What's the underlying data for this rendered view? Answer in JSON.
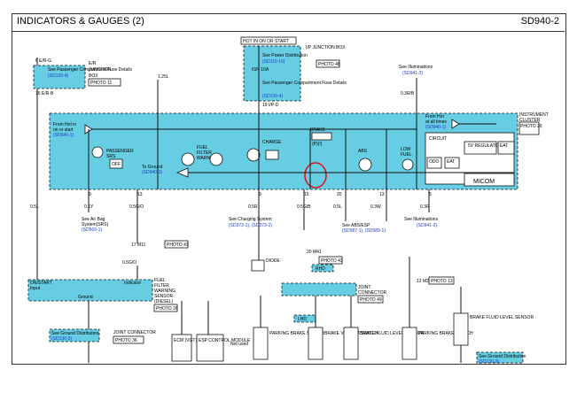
{
  "header": {
    "title": "INDICATORS & GAUGES (2)",
    "code": "SD940-2"
  },
  "jb_left": {
    "top_pin": "6 E/R-G",
    "name": "E/R",
    "name2": "JUNCTION",
    "name3": "BOX",
    "photo": "PHOTO 11",
    "see": "See Passenger Compartment Fuse Details",
    "ref": "(SD120-4)",
    "bottom_pin": "16 E/R-B"
  },
  "hot_box": {
    "label": "HOT IN ON OR START",
    "name": "I/P JUNCTION BOX",
    "photo": "PHOTO 48",
    "see": "See Power Distribution",
    "ref": "(SD110-10)",
    "fuse": "IGN 10A",
    "see2": "See Passenger Compartment Fuse Details",
    "ref2": "(SD120-4)",
    "pin": "19 I/P-D"
  },
  "illum_top": {
    "see": "See Illuminations",
    "ref": "(SD941-2)",
    "wire": "0.3R/B"
  },
  "cluster": {
    "name": "INSTRUMENT",
    "name2": "CLUSTER",
    "photo": "PHOTO 26",
    "from_hot": "From Hot in",
    "from_hot2": "on or start",
    "from_hot_ref": "(SD940-1)",
    "from_hot_right": "From Hot",
    "from_hot_right2": "at all times",
    "from_hot_right_ref": "(SD940-1)",
    "passenger": "PASSENGER",
    "passenger2": "SRS",
    "off": "OFF",
    "fuel_filter": "FUEL",
    "fuel_filter2": "FILTER",
    "fuel_filter3": "WARNING",
    "charge": "CHARGE",
    "brake": "BRAKE",
    "brake_sub": "(P)(!)",
    "abs": "ABS",
    "low_fuel": "LOW",
    "low_fuel2": "FUEL",
    "circuit": "CIRCUIT",
    "odo": "ODO",
    "eat_lcd": "EAT",
    "regulator": "5V REGULATOR",
    "eat": "EAT",
    "micom": "MICOM",
    "to_ground": "To Ground",
    "to_ground_ref": "(SD940-3)"
  },
  "pins": {
    "p1": "9",
    "p2": "13",
    "p3": "9",
    "p4": "15",
    "p5": "20",
    "p6": "13",
    "p7": "5"
  },
  "wires": {
    "w128l": "1.25L",
    "w05y": "0.5Y",
    "w05g": "0.5G/O",
    "w05r": "0.5R",
    "w05gr": "0.5G/B",
    "w05l": "0.5L",
    "w03w": "0.3W",
    "w03r": "0.3R",
    "w05l_left": "0.5L",
    "w05g_b": "0.5G/O"
  },
  "refs": {
    "airbag": "See Air Bag",
    "airbag2": "System(SRS)",
    "airbag_ref": "(SD569-1)",
    "charging": "See Charging System",
    "charging_ref": "(SD373-1), (SD373-2)",
    "abs": "See ABS/ESP",
    "abs_ref": "(SD587-1), (SD589-1)",
    "illum": "See Illuminations",
    "illum_ref": "(SD941-2)"
  },
  "conns": {
    "m11": "17 M11",
    "m41": "20 M41",
    "m21": "12 M21"
  },
  "photos": {
    "p43": "PHOTO 43",
    "p43b": "PHOTO 43",
    "p13": "PHOTO 13",
    "p26": "PHOTO 26",
    "p36": "PHOTO 36",
    "p49": "PHOTO 49"
  },
  "onstart": {
    "label": "ON/START",
    "input": "Input",
    "indicator": "Indicator",
    "ground": "Ground"
  },
  "ffws": {
    "l1": "FUEL",
    "l2": "FILTER",
    "l3": "WARNING",
    "l4": "SENSOR",
    "l5": "(DIESEL)"
  },
  "gnd_left": {
    "label": "See Ground Distribution",
    "ref": "(SD130-3)"
  },
  "joint": {
    "label": "JOINT CONNECTOR"
  },
  "ecm": {
    "label": "ECM (VGT)"
  },
  "esp": {
    "label": "ESP CONTROL MODULE"
  },
  "diode": {
    "label": "DIODE"
  },
  "joint_mid": {
    "label": "JOINT",
    "label2": "CONNECTOR",
    "rhd": "RHD",
    "lhd": "LHD"
  },
  "switches": {
    "parking": "PARKING BRAKE SWITCH",
    "vacuum": "BRAKE VACUUM SWITCH",
    "fluid": "BRAKE FLUID LEVEL SENSOR",
    "parking2": "PARKING BRAKE SWITCH",
    "fluid2": "BRAKE FLUID LEVEL SENSOR"
  },
  "gnd_right": {
    "label": "See Ground Distribution",
    "ref": "(SD130-3)"
  },
  "misc": {
    "not_used": "Not used"
  }
}
